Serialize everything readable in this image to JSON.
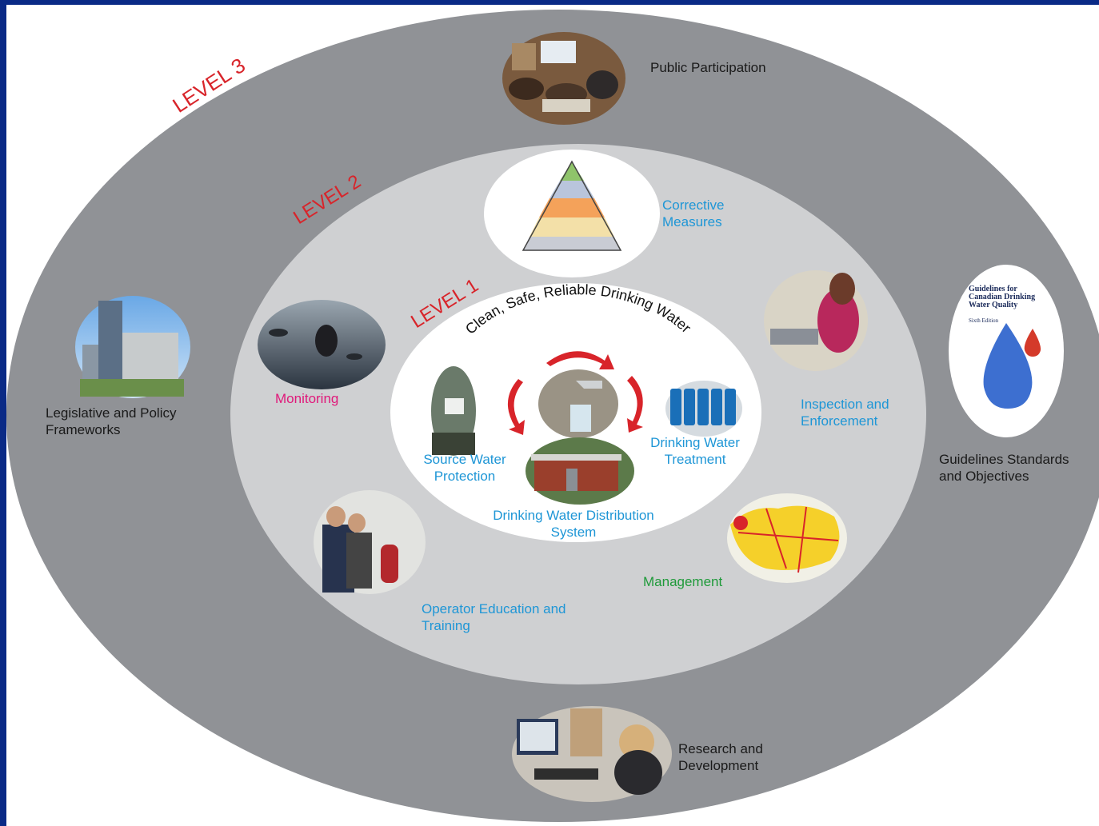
{
  "levels": {
    "level1": "LEVEL 1",
    "level2": "LEVEL 2",
    "level3": "LEVEL 3"
  },
  "center_arc_text": "Clean, Safe, Reliable Drinking Water",
  "level1_items": {
    "source": "Source Water\nProtection",
    "treatment": "Drinking Water\nTreatment",
    "distribution": "Drinking Water Distribution\nSystem"
  },
  "level2_items": {
    "corrective": "Corrective\nMeasures",
    "monitoring": "Monitoring",
    "inspection": "Inspection and\nEnforcement",
    "management": "Management",
    "operator": "Operator Education and\nTraining"
  },
  "level3_items": {
    "public": "Public Participation",
    "legislative": "Legislative and Policy\nFrameworks",
    "guidelines": "Guidelines Standards\nand Objectives",
    "research": "Research and\nDevelopment"
  },
  "book_cover": {
    "title": "Guidelines for Canadian Drinking Water Quality",
    "edition": "Sixth Edition"
  },
  "colors": {
    "outer_ring": "#909296",
    "middle_ring": "#cfd0d2",
    "level_label": "#d8242a",
    "arrows": "#d8242a",
    "frame": "#0a2a86"
  }
}
